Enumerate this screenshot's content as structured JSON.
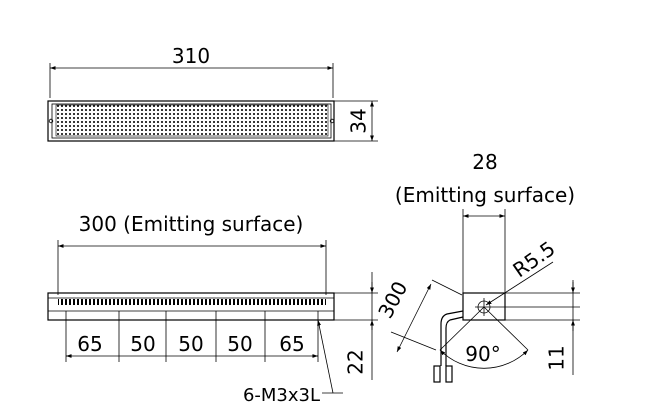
{
  "drawing": {
    "top_view": {
      "length": "310",
      "height": "34"
    },
    "front_view": {
      "emitting_length": "300 (Emitting surface)",
      "spacings": [
        "65",
        "50",
        "50",
        "50",
        "65"
      ],
      "side_height": "22",
      "screw_callout": "6-M3x3L"
    },
    "side_view": {
      "emitting_width": "28",
      "emitting_label": "(Emitting surface)",
      "radius": "R5.5",
      "cable_length": "300",
      "angle": "90°",
      "height": "11"
    }
  }
}
